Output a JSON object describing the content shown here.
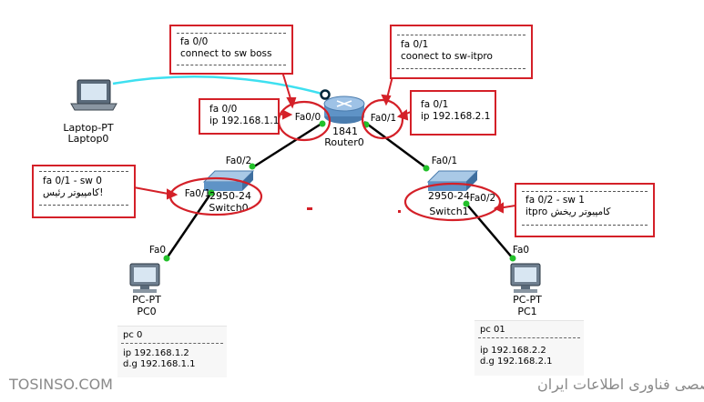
{
  "devices": {
    "laptop": {
      "model": "Laptop-PT",
      "name": "Laptop0"
    },
    "router": {
      "model": "1841",
      "name": "Router0"
    },
    "switch0": {
      "model": "2950-24",
      "name": "Switch0"
    },
    "switch1": {
      "model": "2950-24",
      "name": "Switch1"
    },
    "pc0": {
      "model": "PC-PT",
      "name": "PC0"
    },
    "pc1": {
      "model": "PC-PT",
      "name": "PC1"
    }
  },
  "ports": {
    "router_fa00": "Fa0/0",
    "router_fa01": "Fa0/1",
    "sw0_fa02": "Fa0/2",
    "sw0_fa01": "Fa0/1",
    "sw1_fa01": "Fa0/1",
    "sw1_fa02": "Fa0/2",
    "pc0_fa0": "Fa0",
    "pc1_fa0": "Fa0"
  },
  "notes": {
    "fa00_connect": {
      "line1": "fa 0/0",
      "line2": "connect to sw boss"
    },
    "fa01_connect": {
      "line1": "fa 0/1",
      "line2": "coonect to sw-itpro"
    },
    "fa00_ip": {
      "line1": "fa 0/0",
      "line2": "ip 192.168.1.1"
    },
    "fa01_ip": {
      "line1": "fa 0/1",
      "line2": "ip 192.168.2.1"
    },
    "sw0_port": {
      "line1": "fa 0/1 - sw 0",
      "line2": "کامپیوتر رئیس!"
    },
    "sw1_port": {
      "line1": "fa 0/2 - sw 1",
      "line2": "itpro کامپیوتر ریخش"
    }
  },
  "pc_info": {
    "pc0": {
      "title": "pc 0",
      "ip": "ip   192.168.1.2",
      "dg": "d.g  192.168.1.1"
    },
    "pc1": {
      "title": "pc 01",
      "ip": "ip    192.168.2.2",
      "dg": "d.g   192.168.2.1"
    }
  },
  "watermark": {
    "left": "TOSINSO.COM",
    "right": "ITPro.ir - وب سایت تخصصی فناوری اطلاعات ایران"
  },
  "colors": {
    "annotation_red": "#d42028",
    "link_black": "#000000",
    "link_console": "#3ee0f0",
    "port_green": "#22c02a",
    "watermark_gray": "#8a8a8a"
  }
}
